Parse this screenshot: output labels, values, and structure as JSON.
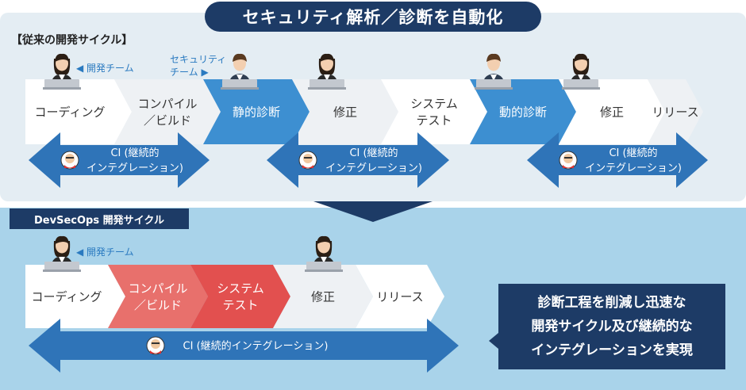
{
  "title": "セキュリティ解析／診断を自動化",
  "traditional": {
    "label": "【従来の開発サイクル】",
    "dev_team": "◀ 開発チーム",
    "security_team": [
      "セキュリティ",
      "チーム ▶"
    ],
    "steps": [
      {
        "lines": [
          "コーディング"
        ]
      },
      {
        "lines": [
          "コンパイル",
          "／ビルド"
        ]
      },
      {
        "lines": [
          "静的診断"
        ]
      },
      {
        "lines": [
          "修正"
        ]
      },
      {
        "lines": [
          "システム",
          "テスト"
        ]
      },
      {
        "lines": [
          "動的診断"
        ]
      },
      {
        "lines": [
          "修正"
        ]
      },
      {
        "lines": [
          "リリース"
        ]
      }
    ],
    "ci_lines": [
      "CI (継続的",
      "インテグレーション)"
    ]
  },
  "devsecops": {
    "label": "DevSecOps 開発サイクル",
    "dev_team": "◀ 開発チーム",
    "steps": [
      {
        "lines": [
          "コーディング"
        ]
      },
      {
        "lines": [
          "コンパイル",
          "／ビルド"
        ]
      },
      {
        "lines": [
          "システム",
          "テスト"
        ]
      },
      {
        "lines": [
          "修正"
        ]
      },
      {
        "lines": [
          "リリース"
        ]
      }
    ],
    "ci": "CI (継続的インテグレーション)"
  },
  "callout": [
    "診断工程を削減し迅速な",
    "開発サイクル及び継続的な",
    "インテグレーションを実現"
  ],
  "colors": {
    "navy": "#1d3b66",
    "blue": "#3d8fd1",
    "red": "#e2504f",
    "panel_top": "#e4edf3",
    "panel_bottom": "#a9d3ea"
  }
}
